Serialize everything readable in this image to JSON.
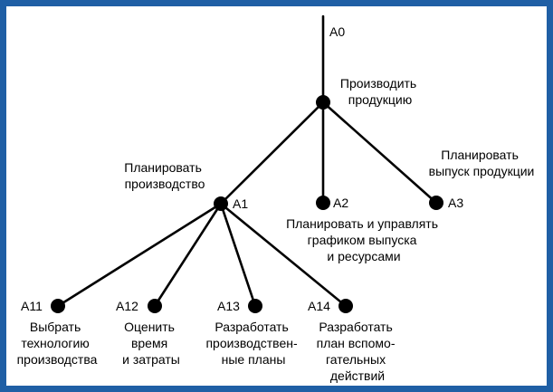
{
  "diagram": {
    "nodes": {
      "a0": {
        "code": "A0"
      },
      "root": {
        "label_lines": [
          "Производить",
          "продукцию"
        ]
      },
      "a1": {
        "code": "A1",
        "label_lines": [
          "Планировать",
          "производство"
        ]
      },
      "a2": {
        "code": "A2",
        "label_lines": [
          "Планировать и управлять",
          "графиком выпуска",
          "и ресурсами"
        ]
      },
      "a3": {
        "code": "A3",
        "label_lines": [
          "Планировать",
          "выпуск продукции"
        ]
      },
      "a11": {
        "code": "A11",
        "label_lines": [
          "Выбрать",
          "технологию",
          "производства"
        ]
      },
      "a12": {
        "code": "A12",
        "label_lines": [
          "Оценить",
          "время",
          "и затраты"
        ]
      },
      "a13": {
        "code": "A13",
        "label_lines": [
          "Разработать",
          "производствен-",
          "ные планы"
        ]
      },
      "a14": {
        "code": "A14",
        "label_lines": [
          "Разработать",
          "план вспомо-",
          "гательных",
          "действий"
        ]
      }
    }
  }
}
